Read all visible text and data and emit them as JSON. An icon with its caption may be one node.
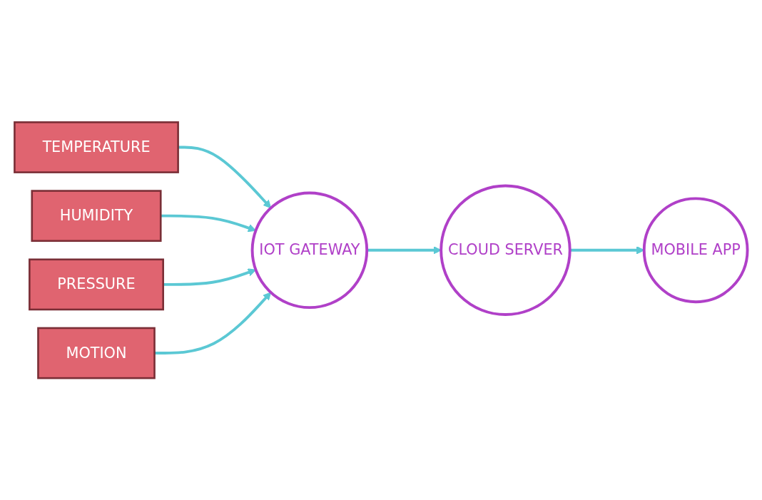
{
  "diagram": {
    "nodes": [
      {
        "text": [
          "TEMPERATURE"
        ]
      },
      {
        "text": [
          "HUMIDITY"
        ]
      },
      {
        "text": [
          "PRESSURE"
        ]
      },
      {
        "text": [
          "MOTION"
        ]
      },
      {
        "text": [
          "IOT GATEWAY"
        ]
      },
      {
        "text": [
          "CLOUD SERVER"
        ]
      },
      {
        "text": [
          "MOBILE APP"
        ]
      }
    ],
    "edges": [
      {
        "from": 0,
        "to": 4,
        "arrow": "to"
      },
      {
        "from": 1,
        "to": 4,
        "arrow": "to"
      },
      {
        "from": 2,
        "to": 4,
        "arrow": "to"
      },
      {
        "from": 3,
        "to": 4,
        "arrow": "to"
      },
      {
        "from": 4,
        "to": 5,
        "arrow": "to"
      },
      {
        "from": 5,
        "to": 6,
        "arrow": "to"
      }
    ]
  }
}
